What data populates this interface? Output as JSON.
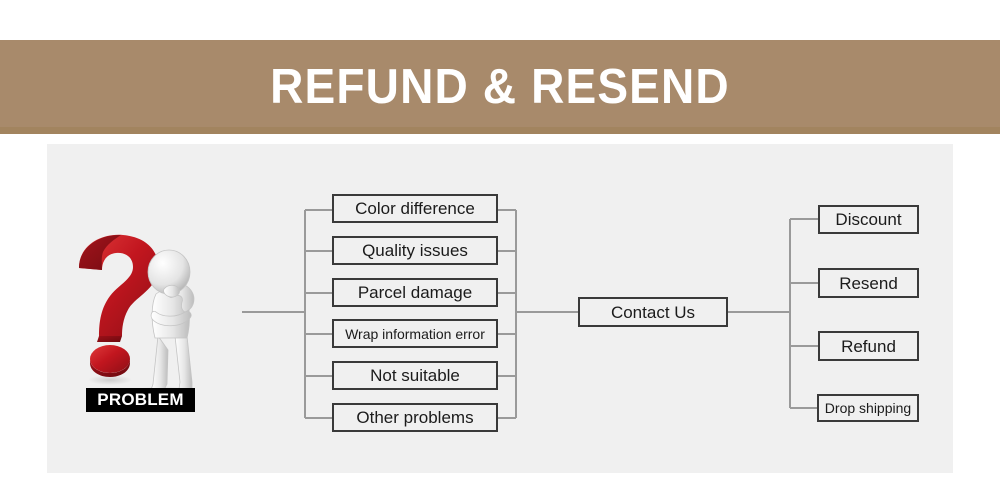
{
  "banner": {
    "title": "REFUND & RESEND",
    "background_color": "#a88a6b",
    "text_color": "#ffffff"
  },
  "diagram": {
    "panel_color": "#f0f0f0",
    "line_color": "#9a9a9a",
    "box_border_color": "#3a3a3a",
    "source": {
      "icon": "question-mark-thinking-person-icon",
      "label": "PROBLEM",
      "label_background": "#000000",
      "label_color": "#ffffff",
      "accent_color": "#c2161f"
    },
    "problems": [
      {
        "label": "Color difference"
      },
      {
        "label": "Quality issues"
      },
      {
        "label": "Parcel damage"
      },
      {
        "label": "Wrap information error"
      },
      {
        "label": "Not suitable"
      },
      {
        "label": "Other problems"
      }
    ],
    "hub": {
      "label": "Contact Us"
    },
    "solutions": [
      {
        "label": "Discount"
      },
      {
        "label": "Resend"
      },
      {
        "label": "Refund"
      },
      {
        "label": "Drop shipping"
      }
    ]
  }
}
